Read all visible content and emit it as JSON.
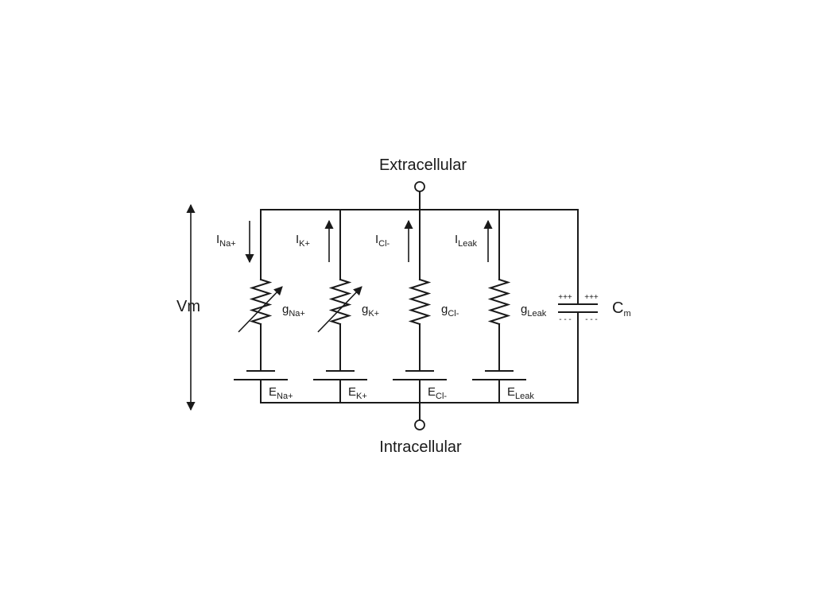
{
  "labels": {
    "extracellular": "Extracellular",
    "intracellular": "Intracellular",
    "vm": "Vm"
  },
  "branches": [
    {
      "id": "na",
      "current": "I",
      "current_sub": "Na+",
      "current_dir": "down",
      "conductance": "g",
      "conductance_sub": "Na+",
      "variable": true,
      "battery": "E",
      "battery_sub": "Na+"
    },
    {
      "id": "k",
      "current": "I",
      "current_sub": "K+",
      "current_dir": "up",
      "conductance": "g",
      "conductance_sub": "K+",
      "variable": true,
      "battery": "E",
      "battery_sub": "K+"
    },
    {
      "id": "cl",
      "current": "I",
      "current_sub": "Cl-",
      "current_dir": "up",
      "conductance": "g",
      "conductance_sub": "Cl-",
      "variable": false,
      "battery": "E",
      "battery_sub": "Cl-"
    },
    {
      "id": "leak",
      "current": "I",
      "current_sub": "Leak",
      "current_dir": "up",
      "conductance": "g",
      "conductance_sub": "Leak",
      "variable": false,
      "battery": "E",
      "battery_sub": "Leak"
    }
  ],
  "capacitor": {
    "label": "C",
    "label_sub": "m",
    "top_charge_left": "+++",
    "top_charge_right": "+++",
    "bottom_charge_left": "- - -",
    "bottom_charge_right": "- - -"
  }
}
